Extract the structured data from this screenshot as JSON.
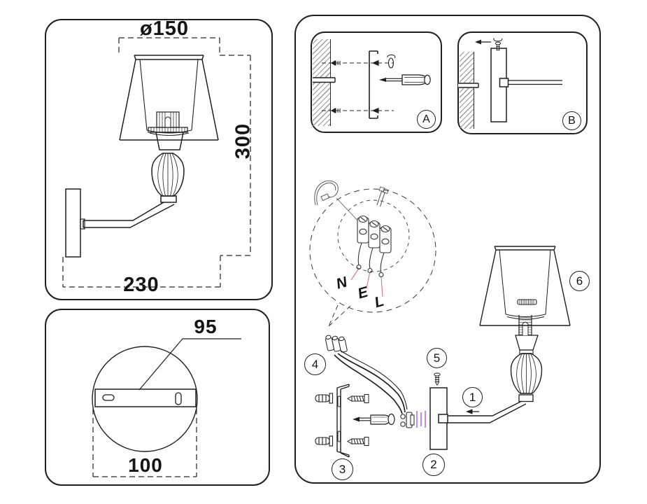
{
  "colors": {
    "ink": "#1f1f1f",
    "hatch_gray": "#9a9a9a",
    "leader_red": "#e87c7c",
    "insert_purple": "#bd6fd8"
  },
  "dims": {
    "shade_diameter": "ø150",
    "height": "300",
    "depth": "230"
  },
  "plate": {
    "bracket_length": "95",
    "plate_diameter": "100"
  },
  "install": {
    "inset_a": "A",
    "inset_b": "B",
    "wiring": {
      "neutral": "N",
      "earth": "E",
      "live": "L"
    },
    "steps": {
      "s1": "1",
      "s2": "2",
      "s3": "3",
      "s4": "4",
      "s5": "5",
      "s6": "6"
    }
  }
}
